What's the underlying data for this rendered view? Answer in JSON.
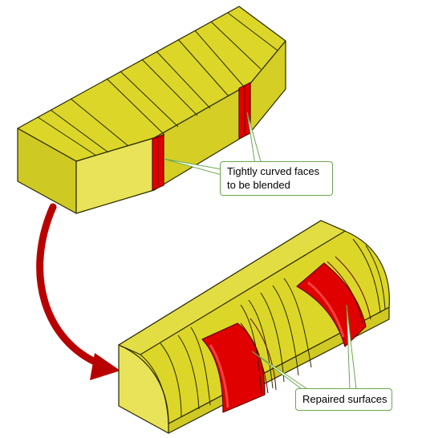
{
  "callouts": {
    "top": {
      "line1": "Tightly curved faces",
      "line2": "to be blended"
    },
    "bottom": {
      "line1": "Repaired surfaces"
    }
  },
  "colors": {
    "face_yellow": "#dcd628",
    "face_light": "#e8e358",
    "face_dark": "#b9b320",
    "highlight_red": "#e00000",
    "dark_red": "#a00000",
    "arrow_red": "#b80000",
    "leader_green": "#6aa84f",
    "edge": "#2a2a00"
  },
  "icons": {
    "flow_arrow": "curved-arrow-down-right"
  }
}
